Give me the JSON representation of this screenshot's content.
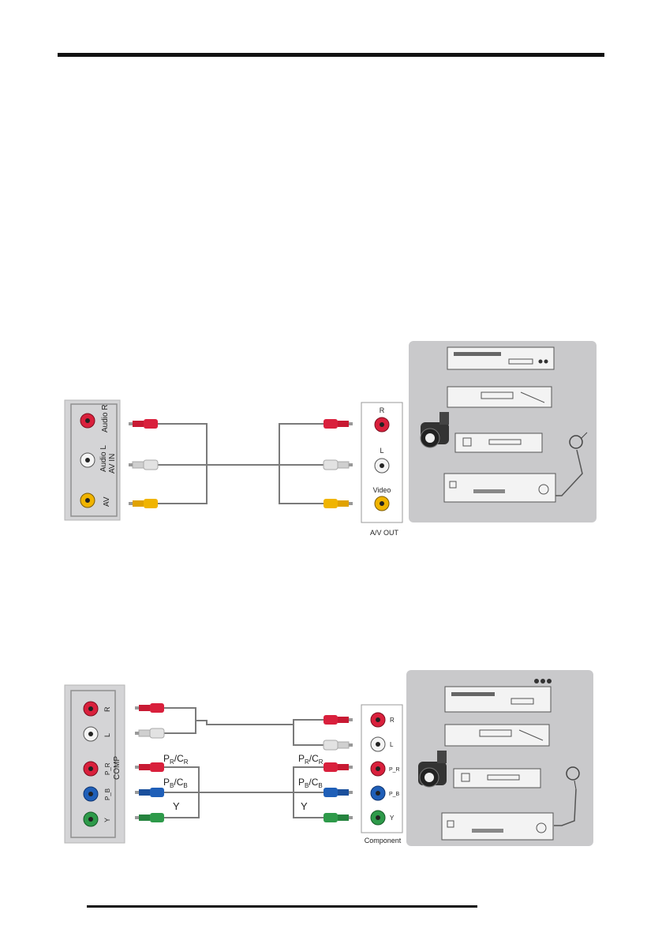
{
  "diagram_av": {
    "tv_panel": {
      "jack_labels": [
        "Audio R",
        "Audio L",
        "AV"
      ],
      "group_label": "AV IN"
    },
    "source_panel": {
      "jack_labels": [
        "R",
        "L",
        "Video"
      ],
      "caption": "A/V OUT"
    },
    "devices": [
      "vcr-icon",
      "dvd-player-icon",
      "camcorder-icon",
      "set-top-box-icon",
      "receiver-icon",
      "satellite-dish-icon"
    ]
  },
  "diagram_component": {
    "tv_panel": {
      "jack_labels": [
        "R",
        "L",
        "P_R",
        "P_B",
        "Y"
      ],
      "group_label": "COMP"
    },
    "cable_labels": {
      "pr": {
        "main": "P",
        "sub1": "R",
        "mid": "/C",
        "sub2": "R"
      },
      "pb": {
        "main": "P",
        "sub1": "B",
        "mid": "/C",
        "sub2": "B"
      },
      "y": "Y"
    },
    "source_panel": {
      "jack_labels": [
        "R",
        "L",
        "P_R",
        "P_B",
        "Y"
      ],
      "caption": "Component"
    },
    "devices": [
      "vcr-icon",
      "dvd-player-icon",
      "camcorder-icon",
      "set-top-box-icon",
      "receiver-icon",
      "satellite-dish-icon"
    ]
  },
  "colors": {
    "red": "#d9203c",
    "white": "#d8d8d8",
    "yellow": "#f0b400",
    "blue": "#1f5fb8",
    "green": "#2e9a4a",
    "panel": "#d4d4d6",
    "devices_bg": "#c9c9cb",
    "cable": "#7a7a7a"
  }
}
